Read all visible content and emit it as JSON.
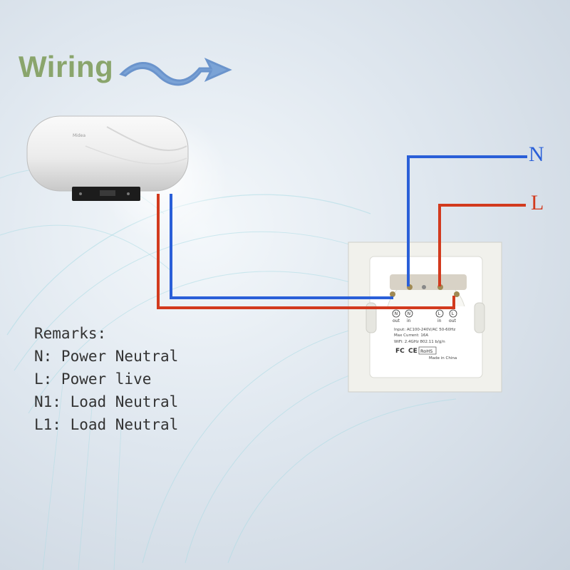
{
  "title": "Wiring",
  "colors": {
    "title": "#8aa56c",
    "neutral_wire": "#2a5fd8",
    "live_wire": "#d23a1e",
    "arrow": "#7ba3d6"
  },
  "labels": {
    "n": "N",
    "l": "L"
  },
  "heater": {
    "brand": "Midea"
  },
  "switch": {
    "terminals": [
      {
        "label": "N",
        "sub": "out"
      },
      {
        "label": "N",
        "sub": "in"
      },
      {
        "label": "L",
        "sub": "in"
      },
      {
        "label": "L",
        "sub": "out"
      }
    ],
    "specs": [
      "Input: AC100-240V/AC 50-60Hz",
      "Max Current: 16A",
      "WiFi: 2.4GHz 802.11 b/g/n"
    ],
    "cert_fc": "FC",
    "cert_ce": "CE",
    "cert_rohs": "RoHS",
    "made_in": "Made in China"
  },
  "remarks": {
    "heading": "Remarks:",
    "items": [
      "N: Power Neutral",
      "L: Power live",
      "N1: Load Neutral",
      "L1: Load Neutral"
    ]
  }
}
